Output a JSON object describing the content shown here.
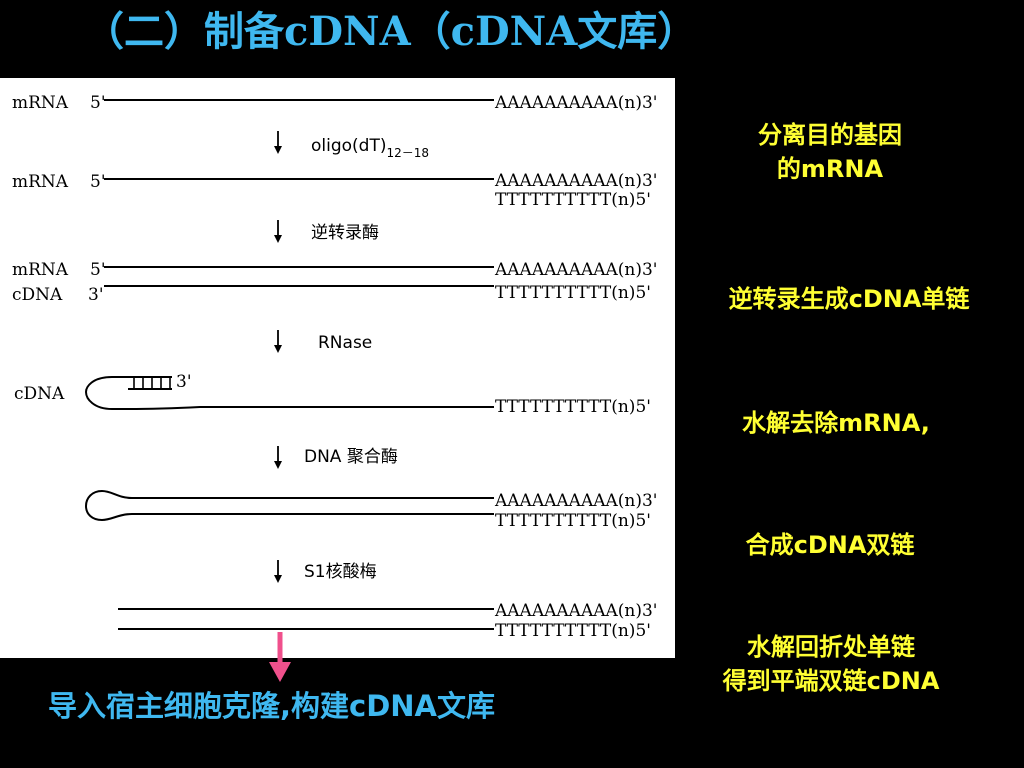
{
  "title": "（二）制备cDNA（cDNA文库）",
  "figure": {
    "labels": {
      "mrna": "mRNA",
      "cdna": "cDNA",
      "end5": "5'",
      "end3": "3'",
      "polyA": "AAAAAAAAAA(n)3'",
      "polyT": "TTTTTTTTTT(n)5'",
      "hairpin_end": "3'"
    },
    "steps": [
      {
        "label": "oligo(dT)",
        "subscript": "12－18"
      },
      {
        "label": "逆转录酶",
        "subscript": ""
      },
      {
        "label": "RNase",
        "subscript": ""
      },
      {
        "label": "DNA 聚合酶",
        "subscript": ""
      },
      {
        "label": "S1核酸梅",
        "subscript": ""
      }
    ]
  },
  "notes": [
    {
      "line1": "分离目的基因",
      "line2": "的mRNA"
    },
    {
      "line1": "逆转录生成cDNA单链",
      "line2": ""
    },
    {
      "line1": "水解去除mRNA,",
      "line2": ""
    },
    {
      "line1": "合成cDNA双链",
      "line2": ""
    },
    {
      "line1": "水解回折处单链",
      "line2": "得到平端双链cDNA"
    }
  ],
  "bottom_text": "导入宿主细胞克隆,构建cDNA文库",
  "colors": {
    "title": "#3fb8f0",
    "notes": "#ffff33",
    "arrow": "#f0508c",
    "background": "#000000",
    "panel": "#ffffff"
  },
  "icons": {
    "step_arrow": "down-arrow-icon",
    "transfer_arrow": "pink-down-arrow-icon"
  }
}
